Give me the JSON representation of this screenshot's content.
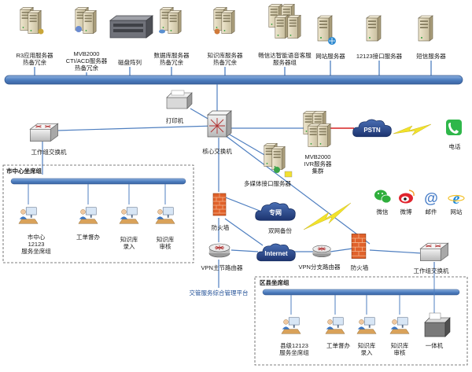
{
  "servers": [
    {
      "label1": "R3应用服务器",
      "label2": "热备冗余",
      "label3": ""
    },
    {
      "label1": "MVB2000",
      "label2": "CTI/ACD服务器",
      "label3": "热备冗余"
    },
    {
      "label1": "磁盘阵列",
      "label2": "",
      "label3": ""
    },
    {
      "label1": "数据库服务器",
      "label2": "热备冗余",
      "label3": ""
    },
    {
      "label1": "知识库服务器",
      "label2": "热备冗余",
      "label3": ""
    },
    {
      "label1": "畅信达智能语音客服",
      "label2": "服务器组",
      "label3": ""
    },
    {
      "label1": "网站服务器",
      "label2": "",
      "label3": ""
    },
    {
      "label1": "12123接口服务器",
      "label2": "",
      "label3": ""
    },
    {
      "label1": "短信服务器",
      "label2": "",
      "label3": ""
    }
  ],
  "core": {
    "printer": "打印机",
    "core_switch": "核心交换机",
    "workgroup_switch_left": "工作组交换机",
    "ivr_1": "MVB2000",
    "ivr_2": "IVR服务器",
    "ivr_3": "集群",
    "media_server": "多媒体接口服务器",
    "pstn": "PSTN",
    "phone": "电话",
    "firewall_left": "防火墙",
    "firewall_right": "防火墙",
    "private_net": "专网",
    "dual_backup": "双网备份",
    "internet": "Internet",
    "vpn_main": "VPN主节路由器",
    "vpn_branch": "VPN分支路由器",
    "traffic_platform": "交管服务综合管理平台",
    "workgroup_switch_right": "工作组交换机"
  },
  "media": [
    {
      "label": "微信",
      "color": "#2fae3c"
    },
    {
      "label": "微博",
      "color": "#e0242d"
    },
    {
      "label": "邮件",
      "color": "#4a7fc8"
    },
    {
      "label": "网站",
      "color": "#1f8ad9"
    }
  ],
  "city_center": {
    "title": "市中心坐席组",
    "seats": [
      {
        "l1": "市中心",
        "l2": "12123",
        "l3": "服务坐席组"
      },
      {
        "l1": "工单督办",
        "l2": "",
        "l3": ""
      },
      {
        "l1": "知识库",
        "l2": "录入",
        "l3": ""
      },
      {
        "l1": "知识库",
        "l2": "审核",
        "l3": ""
      }
    ]
  },
  "district": {
    "title": "区县坐席组",
    "seats": [
      {
        "l1": "县级12123",
        "l2": "服务坐席组",
        "l3": ""
      },
      {
        "l1": "工单督办",
        "l2": "",
        "l3": ""
      },
      {
        "l1": "知识库",
        "l2": "录入",
        "l3": ""
      },
      {
        "l1": "知识库",
        "l2": "审核",
        "l3": ""
      },
      {
        "l1": "一体机",
        "l2": "",
        "l3": ""
      }
    ]
  },
  "colors": {
    "bus": "#4f7fc0",
    "pstn_line": "#d62020",
    "cloud": "#2c4c8c",
    "firewall": "#e0612a",
    "bolt": "#f2e32a"
  }
}
